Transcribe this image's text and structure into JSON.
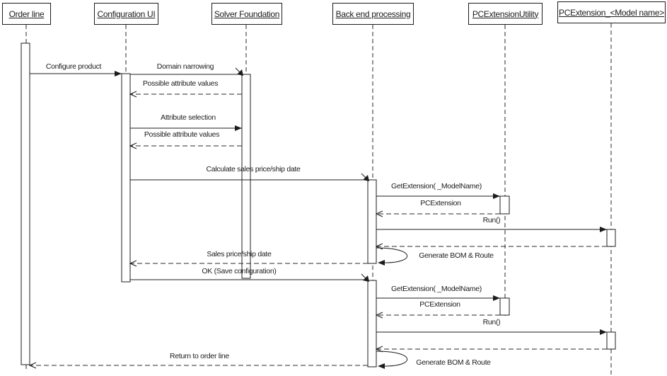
{
  "diagram_type": "uml-sequence-diagram",
  "actors": [
    {
      "label": "Order line"
    },
    {
      "label": "Configuration UI"
    },
    {
      "label": "Solver Foundation"
    },
    {
      "label": "Back end processing"
    },
    {
      "label": "PCExtensionUtility"
    },
    {
      "label": "PCExtension_<Model name>"
    }
  ],
  "messages": [
    {
      "seq": 1,
      "from": "Order line",
      "to": "Configuration UI",
      "label": "Configure product",
      "kind": "call"
    },
    {
      "seq": 2,
      "from": "Configuration UI",
      "to": "Solver Foundation",
      "label": "Domain narrowing",
      "kind": "call"
    },
    {
      "seq": 3,
      "from": "Solver Foundation",
      "to": "Configuration UI",
      "label": "Possible attribute values",
      "kind": "return"
    },
    {
      "seq": 4,
      "from": "Configuration UI",
      "to": "Solver Foundation",
      "label": "Attribute selection",
      "kind": "call"
    },
    {
      "seq": 5,
      "from": "Solver Foundation",
      "to": "Configuration UI",
      "label": "Possible attribute values",
      "kind": "return"
    },
    {
      "seq": 6,
      "from": "Configuration UI",
      "to": "Back end processing",
      "label": "Calculate sales price/ship date",
      "kind": "call"
    },
    {
      "seq": 7,
      "from": "Back end processing",
      "to": "PCExtensionUtility",
      "label": "GetExtension( _ModelName)",
      "kind": "call"
    },
    {
      "seq": 8,
      "from": "PCExtensionUtility",
      "to": "Back end processing",
      "label": "PCExtension",
      "kind": "return"
    },
    {
      "seq": 9,
      "from": "Back end processing",
      "to": "PCExtension_<Model name>",
      "label": "Run()",
      "kind": "call"
    },
    {
      "seq": 10,
      "from": "PCExtension_<Model name>",
      "to": "Back end processing",
      "label": "",
      "kind": "return"
    },
    {
      "seq": 11,
      "from": "Back end processing",
      "to": "Back end processing",
      "label": "Generate BOM & Route",
      "kind": "self"
    },
    {
      "seq": 12,
      "from": "Back end processing",
      "to": "Configuration UI",
      "label": "Sales price/ship date",
      "kind": "return"
    },
    {
      "seq": 13,
      "from": "Configuration UI",
      "to": "Back end processing",
      "label": "OK (Save configuration)",
      "kind": "call"
    },
    {
      "seq": 14,
      "from": "Back end processing",
      "to": "PCExtensionUtility",
      "label": "GetExtension( _ModelName)",
      "kind": "call"
    },
    {
      "seq": 15,
      "from": "PCExtensionUtility",
      "to": "Back end processing",
      "label": "PCExtension",
      "kind": "return"
    },
    {
      "seq": 16,
      "from": "Back end processing",
      "to": "PCExtension_<Model name>",
      "label": "Run()",
      "kind": "call"
    },
    {
      "seq": 17,
      "from": "PCExtension_<Model name>",
      "to": "Back end processing",
      "label": "",
      "kind": "return"
    },
    {
      "seq": 18,
      "from": "Back end processing",
      "to": "Back end processing",
      "label": "Generate BOM & Route",
      "kind": "self"
    },
    {
      "seq": 19,
      "from": "Back end processing",
      "to": "Order line",
      "label": "Return to order line",
      "kind": "return"
    }
  ],
  "colors": {
    "line": "#1c1c1c",
    "background": "#ffffff"
  }
}
